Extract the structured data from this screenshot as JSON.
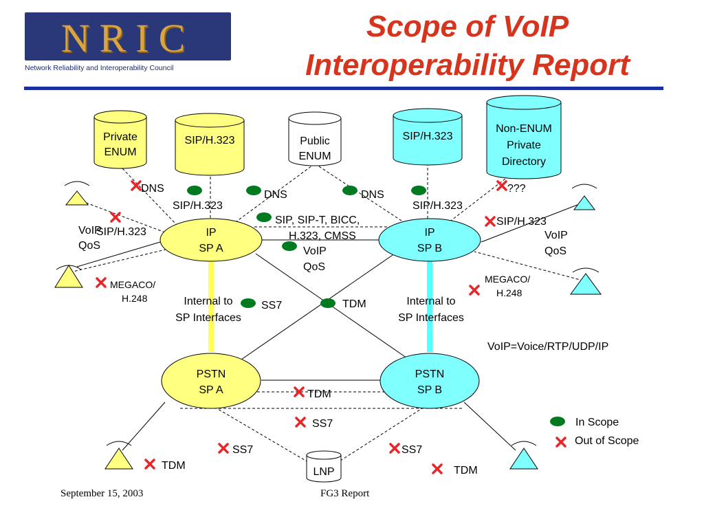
{
  "header": {
    "logo_text": "NRIC",
    "logo_subtitle": "Network Reliability and Interoperability Council",
    "title_line1": "Scope of VoIP",
    "title_line2": "Interoperability Report"
  },
  "footer": {
    "date": "September 15, 2003",
    "report": "FG3 Report"
  },
  "databases": {
    "private_enum_l1": "Private",
    "private_enum_l2": "ENUM",
    "sip_h323_left": "SIP/H.323",
    "public_enum_l1": "Public",
    "public_enum_l2": "ENUM",
    "sip_h323_right": "SIP/H.323",
    "non_enum_l1": "Non-ENUM",
    "non_enum_l2": "Private",
    "non_enum_l3": "Directory",
    "lnp": "LNP"
  },
  "nodes": {
    "ip_a_l1": "IP",
    "ip_a_l2": "SP A",
    "ip_b_l1": "IP",
    "ip_b_l2": "SP B",
    "pstn_a_l1": "PSTN",
    "pstn_a_l2": "SP A",
    "pstn_b_l1": "PSTN",
    "pstn_b_l2": "SP B"
  },
  "labels": {
    "dns_left": "DNS",
    "dns_mid_left": "DNS",
    "dns_mid_right": "DNS",
    "unknown": "???",
    "sip_h323_a_top": "SIP/H.323",
    "sip_h323_b_top": "SIP/H.323",
    "sip_h323_a_left": "SIP/H.323",
    "sip_h323_b_right": "SIP/H.323",
    "sip_sipt_l1": "SIP, SIP-T, BICC,",
    "sip_sipt_l2": "H.323, CMSS",
    "voip_qos_left_l1": "VoIP",
    "voip_qos_left_l2": "QoS",
    "voip_qos_mid_l1": "VoIP",
    "voip_qos_mid_l2": "QoS",
    "voip_qos_right_l1": "VoIP",
    "voip_qos_right_l2": "QoS",
    "megaco_left_l1": "MEGACO/",
    "megaco_left_l2": "H.248",
    "megaco_right_l1": "MEGACO/",
    "megaco_right_l2": "H.248",
    "internal_a_l1": "Internal to",
    "internal_a_l2": "SP Interfaces",
    "internal_b_l1": "Internal to",
    "internal_b_l2": "SP Interfaces",
    "ss7_mid": "SS7",
    "tdm_mid": "TDM",
    "voip_def": "VoIP=Voice/RTP/UDP/IP",
    "tdm_pstn": "TDM",
    "ss7_pstn": "SS7",
    "ss7_lnp_left": "SS7",
    "ss7_lnp_right": "SS7",
    "tdm_bottom_left": "TDM",
    "tdm_bottom_right": "TDM"
  },
  "legend": {
    "in_scope": "In Scope",
    "out_of_scope": "Out of Scope"
  },
  "colors": {
    "yellow": "#ffff80",
    "cyan": "#80ffff",
    "in_scope": "#007a1f",
    "out_of_scope": "#e8262a",
    "title": "#d6341c",
    "rule": "#1b2fa0"
  }
}
